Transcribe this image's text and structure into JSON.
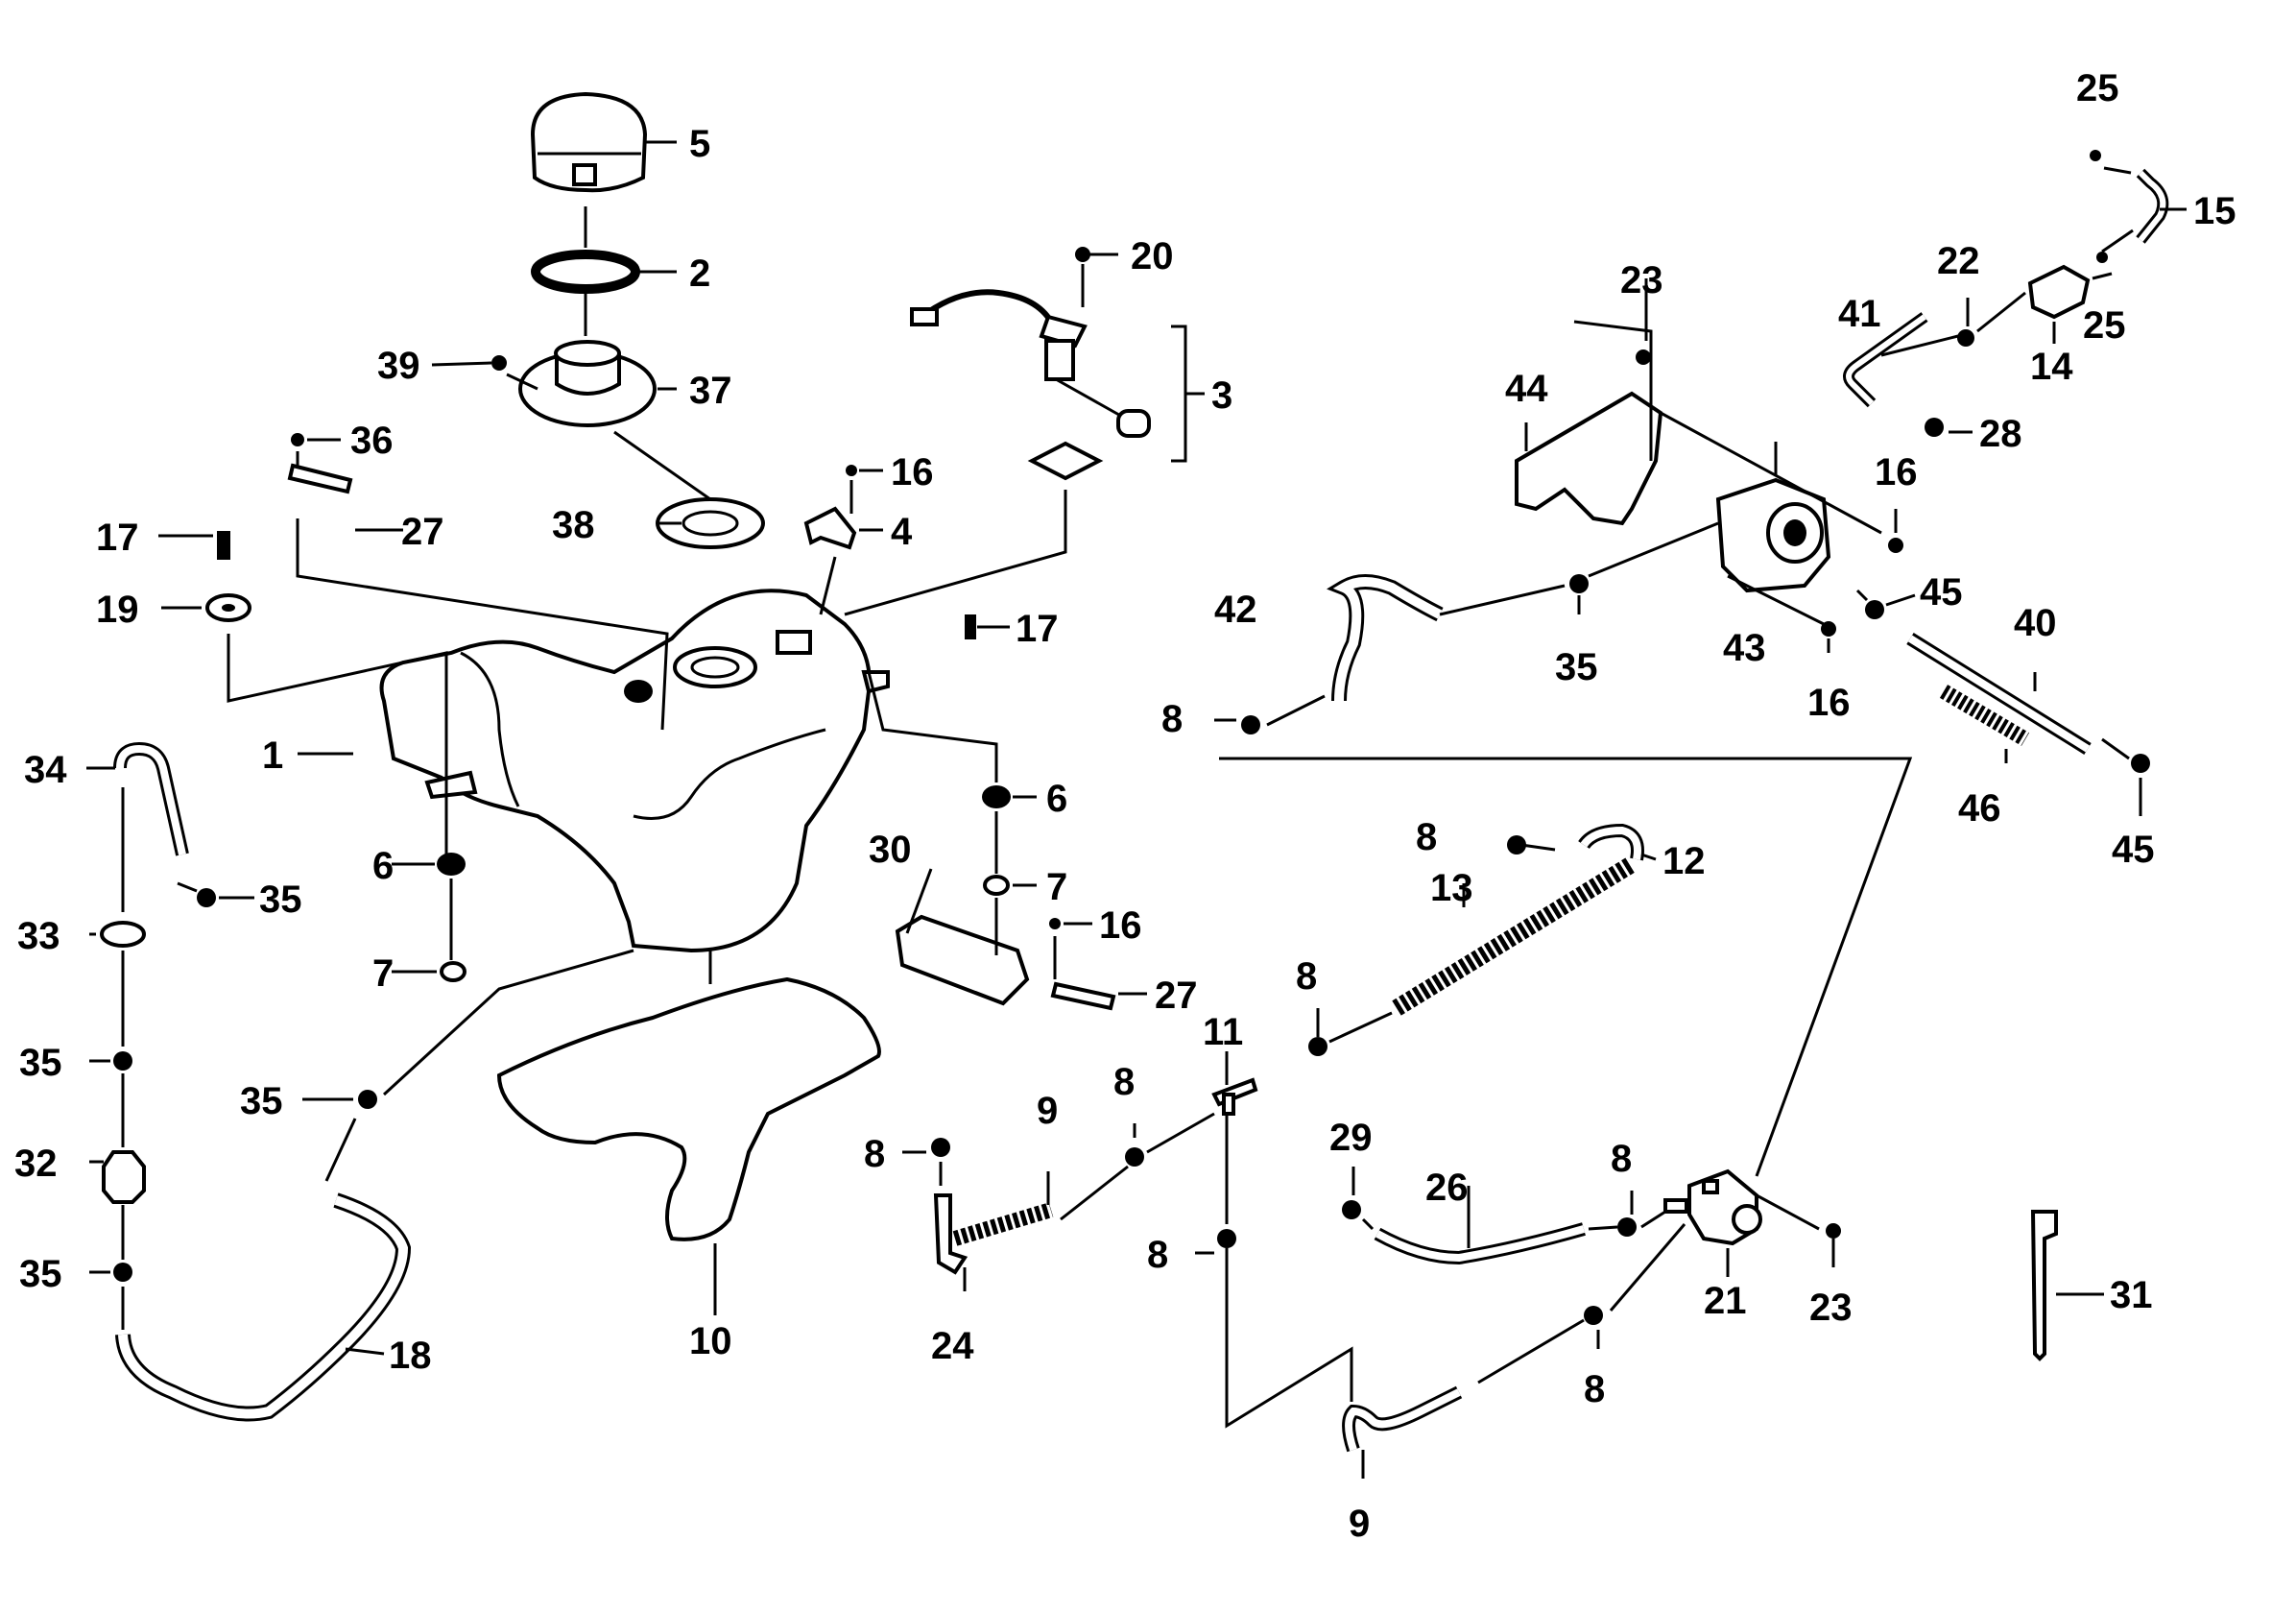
{
  "labels": {
    "l1": "1",
    "l2": "2",
    "l3": "3",
    "l4": "4",
    "l5": "5",
    "l6a": "6",
    "l6b": "6",
    "l7a": "7",
    "l7b": "7",
    "l8a": "8",
    "l8b": "8",
    "l8c": "8",
    "l8d": "8",
    "l8e": "8",
    "l8f": "8",
    "l8g": "8",
    "l8h": "8",
    "l9a": "9",
    "l9b": "9",
    "l10": "10",
    "l11": "11",
    "l12": "12",
    "l13": "13",
    "l14": "14",
    "l15": "15",
    "l16a": "16",
    "l16b": "16",
    "l16c": "16",
    "l16d": "16",
    "l17a": "17",
    "l17b": "17",
    "l18": "18",
    "l19": "19",
    "l20": "20",
    "l21": "21",
    "l22": "22",
    "l23a": "23",
    "l23b": "23",
    "l24": "24",
    "l25a": "25",
    "l25b": "25",
    "l26": "26",
    "l27a": "27",
    "l27b": "27",
    "l28": "28",
    "l29": "29",
    "l30": "30",
    "l31": "31",
    "l32": "32",
    "l33": "33",
    "l34": "34",
    "l35a": "35",
    "l35b": "35",
    "l35c": "35",
    "l35d": "35",
    "l35e": "35",
    "l36": "36",
    "l37": "37",
    "l38": "38",
    "l39": "39",
    "l40": "40",
    "l41": "41",
    "l42": "42",
    "l43": "43",
    "l44": "44",
    "l45a": "45",
    "l45b": "45",
    "l46": "46"
  }
}
